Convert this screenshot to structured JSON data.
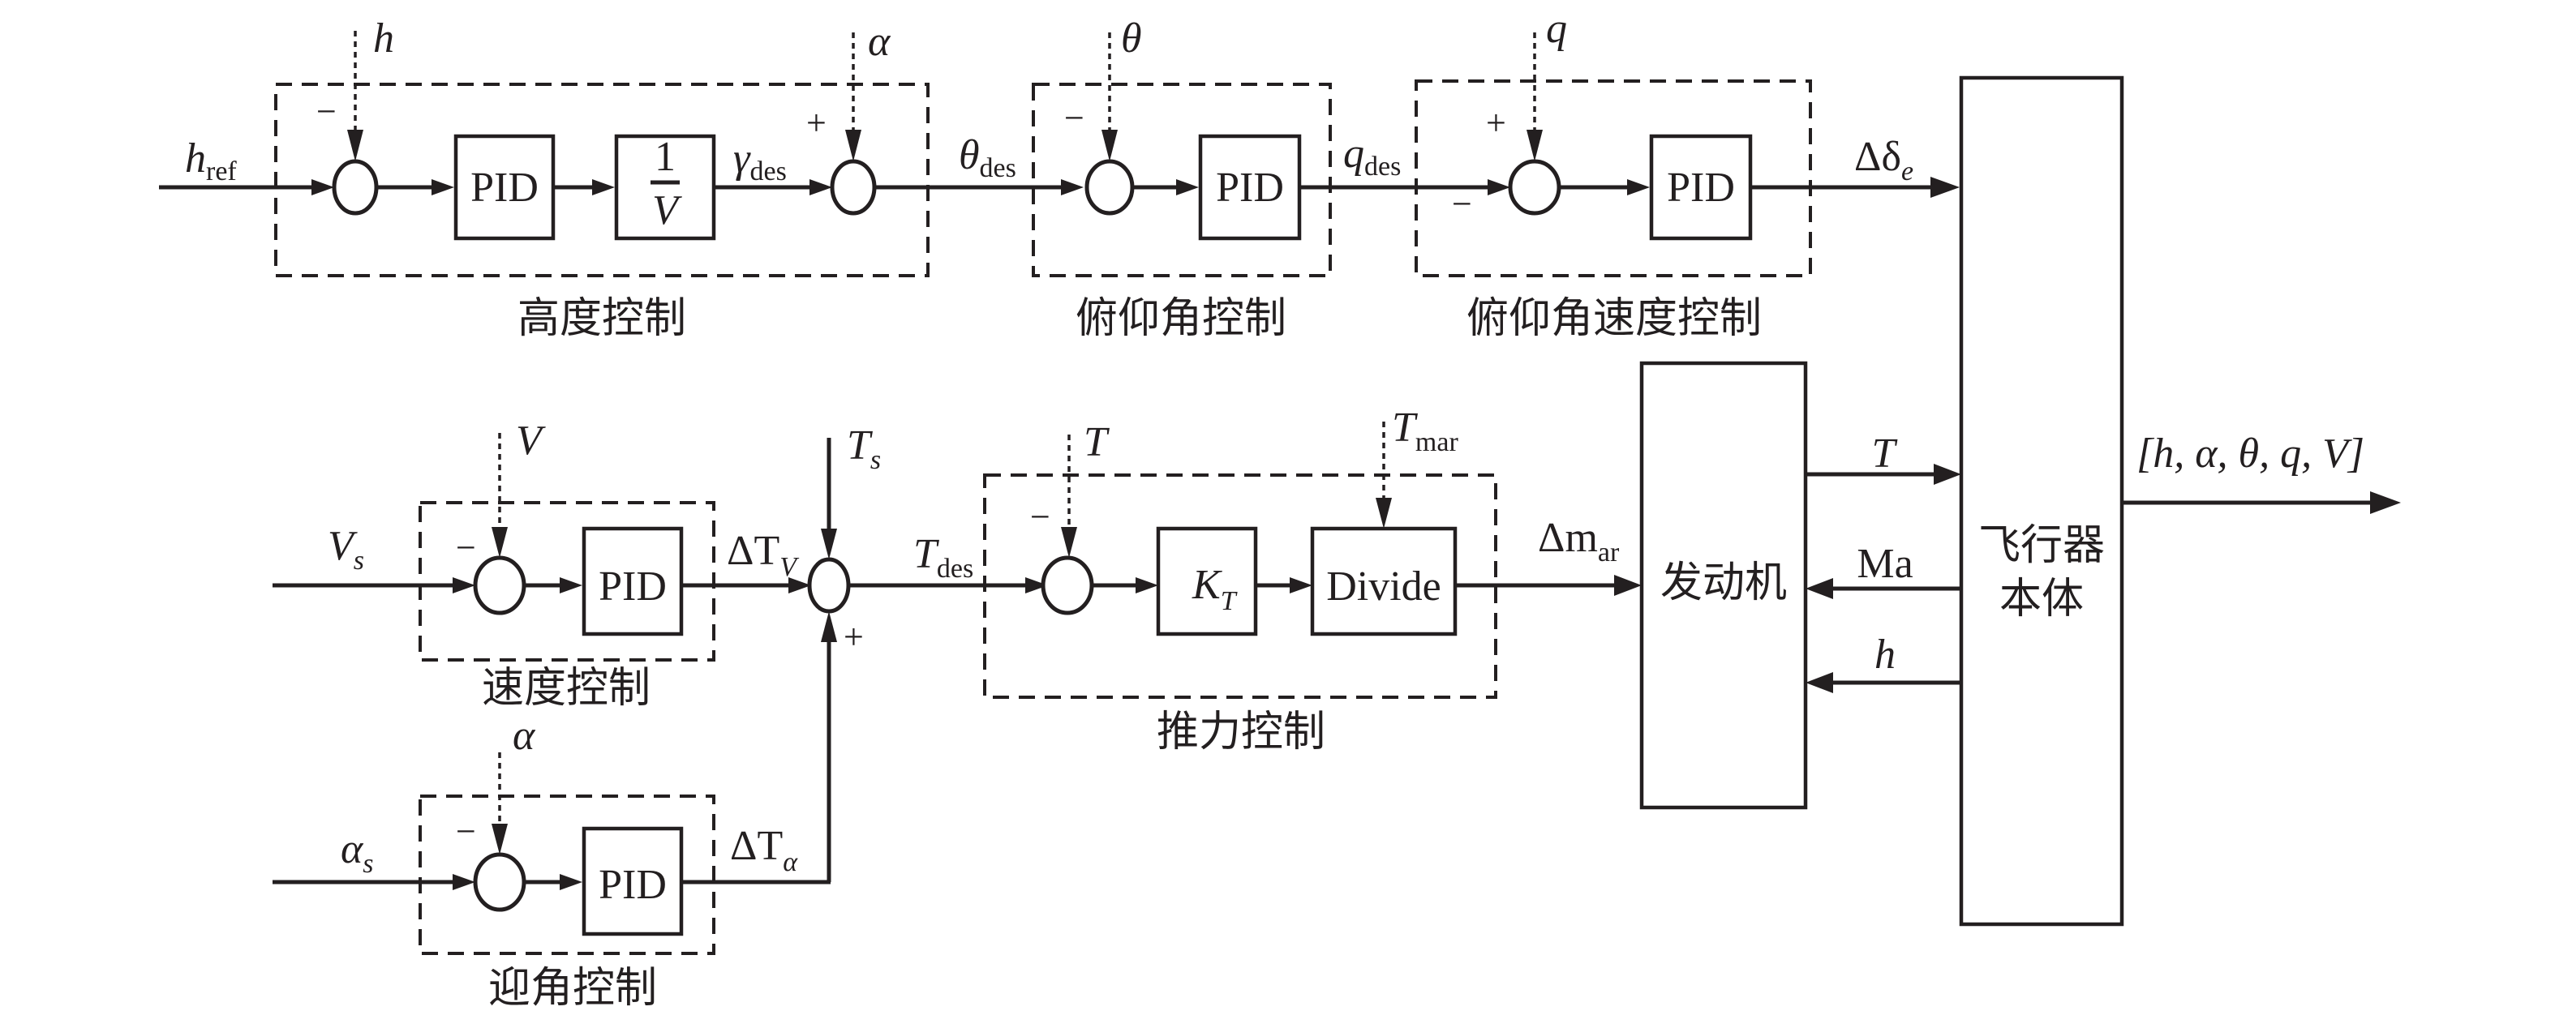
{
  "diagram": {
    "groups": {
      "altitude": "高度控制",
      "pitch": "俯仰角控制",
      "pitch_rate": "俯仰角速度控制",
      "speed": "速度控制",
      "thrust": "推力控制",
      "aoa": "迎角控制"
    },
    "blocks": {
      "pid": "PID",
      "inv_v_num": "1",
      "inv_v_den": "V",
      "kt_main": "K",
      "kt_sub": "T",
      "divide": "Divide",
      "engine": "发动机",
      "aircraft_line1": "飞行器",
      "aircraft_line2": "本体"
    },
    "signals": {
      "h_ref_main": "h",
      "h_ref_sub": "ref",
      "h_fb": "h",
      "alpha_fb_top": "α",
      "gamma_des_main": "γ",
      "gamma_des_sub": "des",
      "theta_des_main": "θ",
      "theta_des_sub": "des",
      "theta_fb": "θ",
      "q_des_main": "q",
      "q_des_sub": "des",
      "q_fb": "q",
      "delta_e_main": "Δδ",
      "delta_e_sub": "e",
      "v_s_main": "V",
      "v_s_sub": "s",
      "v_fb": "V",
      "dtv_main": "ΔT",
      "dtv_sub": "V",
      "ts_main": "T",
      "ts_sub": "s",
      "tdes_main": "T",
      "tdes_sub": "des",
      "t_fb": "T",
      "tmar_main": "T",
      "tmar_sub": "mar",
      "dmar_main": "Δm",
      "dmar_sub": "ar",
      "alpha_fb_bottom": "α",
      "alpha_s_main": "α",
      "alpha_s_sub": "s",
      "dta_main": "ΔT",
      "dta_sub": "α",
      "engine_T": "T",
      "ma": "Ma",
      "engine_h": "h",
      "output": "[h, α, θ, q, V]"
    },
    "signs": {
      "minus": "−",
      "plus": "+"
    }
  }
}
